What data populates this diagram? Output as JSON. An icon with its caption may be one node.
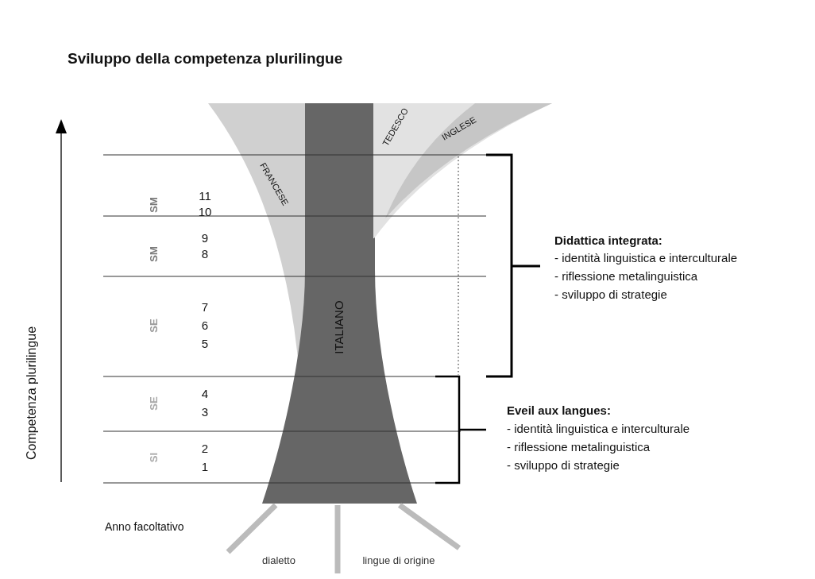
{
  "diagram": {
    "title": "Sviluppo della competenza plurilingue",
    "nodes": [
      {
        "text": [
          "FRANCESE"
        ]
      },
      {
        "text": [
          "ITALIANO"
        ]
      },
      {
        "text": [
          "TEDESCO"
        ]
      },
      {
        "text": [
          "INGLESE"
        ]
      }
    ],
    "labels": [
      "Competenza plurilingue",
      "SM",
      "11",
      "10",
      "SM",
      "9",
      "8",
      "SE",
      "7",
      "6",
      "5",
      "SE",
      "4",
      "3",
      "SI",
      "2",
      "1",
      "Anno facoltativo",
      "dialetto",
      "lingue di origine",
      "Didattica integrata:",
      "- identità linguistica e interculturale",
      "- riflessione metalinguistica",
      "- sviluppo di strategie",
      "Eveil aux langues:",
      "- identità linguistica e interculturale",
      "- riflessione metalinguistica",
      "- sviluppo di strategie"
    ]
  }
}
